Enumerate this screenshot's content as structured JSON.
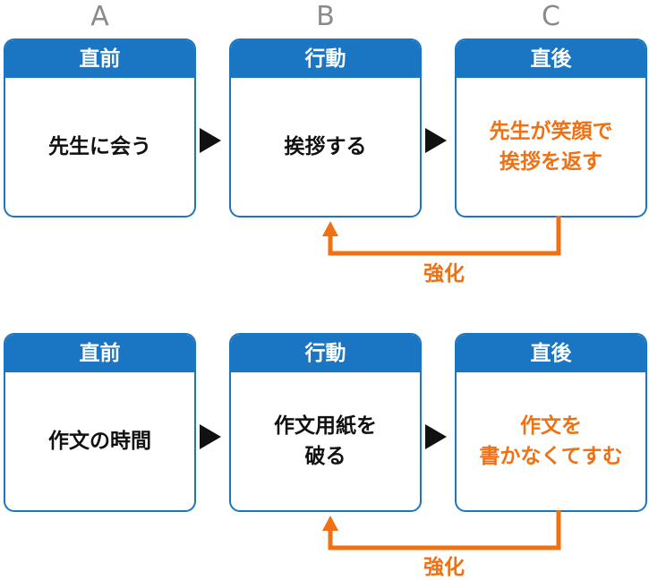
{
  "columns": {
    "a": "A",
    "b": "B",
    "c": "C"
  },
  "rows": [
    {
      "antecedent": {
        "header": "直前",
        "text": "先生に会う"
      },
      "behavior": {
        "header": "行動",
        "text": "挨拶する"
      },
      "consequence": {
        "header": "直後",
        "text": "先生が笑顔で\n挨拶を返す"
      },
      "reinforcement_label": "強化"
    },
    {
      "antecedent": {
        "header": "直前",
        "text": "作文の時間"
      },
      "behavior": {
        "header": "行動",
        "text": "作文用紙を\n破る"
      },
      "consequence": {
        "header": "直後",
        "text": "作文を\n書かなくてすむ"
      },
      "reinforcement_label": "強化"
    }
  ],
  "colors": {
    "box_blue": "#1a75c2",
    "consequence_orange": "#f07012",
    "letter_gray": "#8a8a8a",
    "arrow_black": "#111111"
  },
  "icons": {
    "flow_arrow": "right-triangle-icon",
    "feedback_arrow": "up-arrow-loop-icon"
  }
}
